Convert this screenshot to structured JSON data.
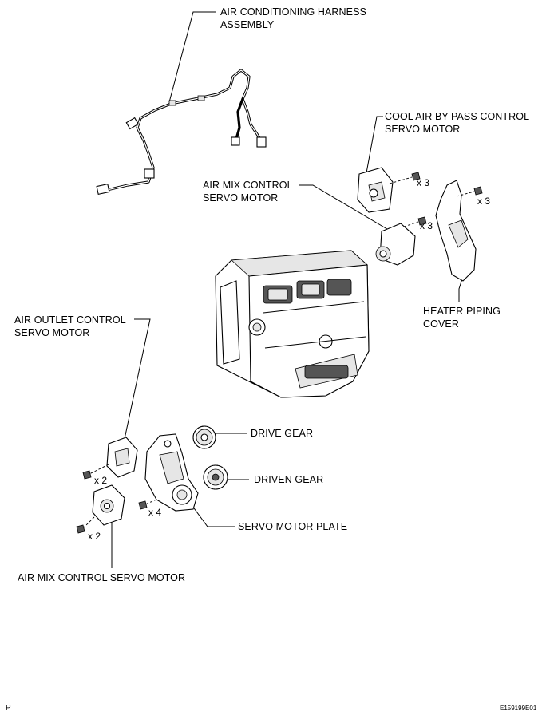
{
  "labels": {
    "harness_line1": "AIR CONDITIONING HARNESS",
    "harness_line2": "ASSEMBLY",
    "cool_air_line1": "COOL AIR BY-PASS CONTROL",
    "cool_air_line2": "SERVO MOTOR",
    "air_mix_upper_line1": "AIR MIX CONTROL",
    "air_mix_upper_line2": "SERVO MOTOR",
    "heater_piping_line1": "HEATER PIPING",
    "heater_piping_line2": "COVER",
    "air_outlet_line1": "AIR OUTLET CONTROL",
    "air_outlet_line2": "SERVO MOTOR",
    "drive_gear": "DRIVE GEAR",
    "driven_gear": "DRIVEN GEAR",
    "servo_motor_plate": "SERVO MOTOR PLATE",
    "air_mix_lower": "AIR MIX CONTROL SERVO MOTOR"
  },
  "quantities": {
    "cool_air_screws": "x 3",
    "heater_cover_screws": "x 3",
    "air_mix_upper_screws": "x 3",
    "air_outlet_screws": "x 2",
    "plate_screws": "x 4",
    "air_mix_lower_screws": "x 2"
  },
  "corner": {
    "page_mark": "P",
    "figure_code": "E159199E01"
  }
}
